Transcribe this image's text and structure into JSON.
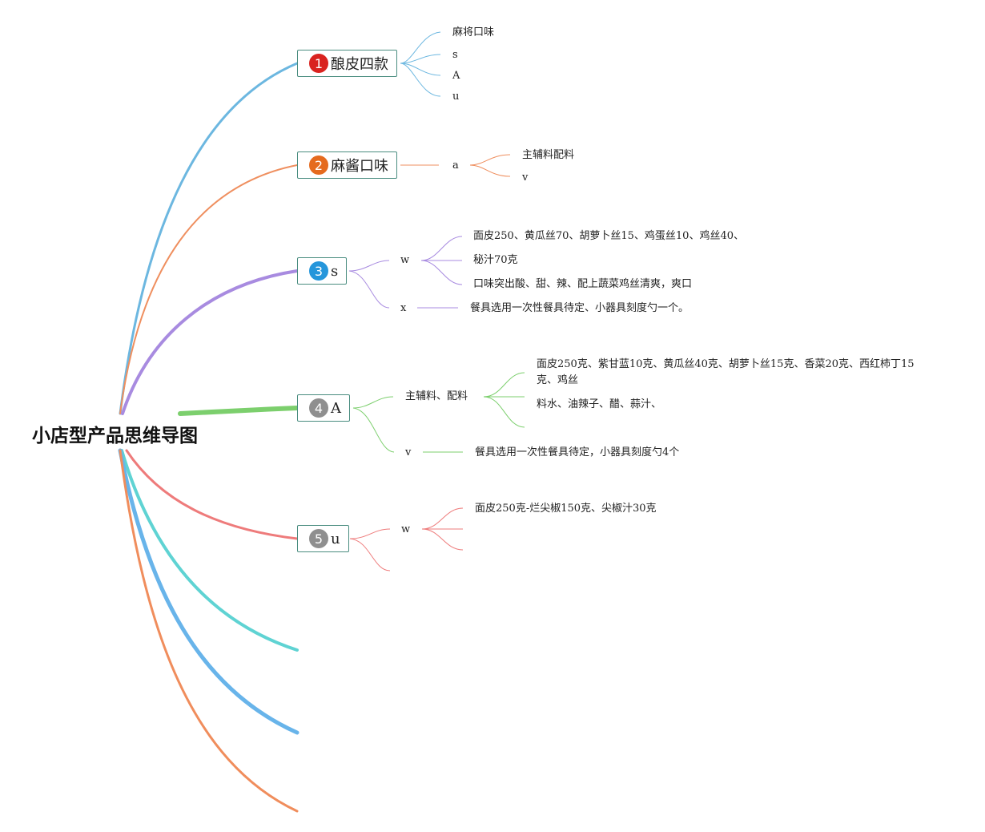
{
  "title": "小店型产品思维导图",
  "colors": {
    "blue": "#6cb7e0",
    "orange": "#ef8f5f",
    "purple": "#a88be0",
    "green": "#7ccf6d",
    "red": "#ee7b7b",
    "teal": "#5fd3d3",
    "blue2": "#68b4ea",
    "orange2": "#f08d5c",
    "box_border": "#4a8d80"
  },
  "topics": [
    {
      "num": "1",
      "num_color": "#d9231f",
      "label": "酿皮四款",
      "children": [
        "麻将口味",
        "s",
        "A",
        "u"
      ]
    },
    {
      "num": "2",
      "num_color": "#e56b1f",
      "label": "麻酱口味",
      "sub": "a",
      "sub_children": [
        "主辅料配料",
        "v"
      ]
    },
    {
      "num": "3",
      "num_color": "#2596db",
      "label": "s",
      "w": "w",
      "w_children": [
        "面皮250、黄瓜丝70、胡萝卜丝15、鸡蛋丝10、鸡丝40、",
        "秘汁70克",
        "口味突出酸、甜、辣、配上蔬菜鸡丝清爽，爽口"
      ],
      "x": "x",
      "x_child": "餐具选用一次性餐具待定、小器具刻度勺一个。"
    },
    {
      "num": "4",
      "num_color": "#8f8f8f",
      "label": "A",
      "main": "主辅料、配料",
      "main_children": [
        "面皮250克、紫甘蓝10克、黄瓜丝40克、胡萝卜丝15克、香菜20克、西红柿丁15克、鸡丝",
        "料水、油辣子、醋、蒜汁、"
      ],
      "v": "v",
      "v_child": "餐具选用一次性餐具待定，小器具刻度勺4个"
    },
    {
      "num": "5",
      "num_color": "#8f8f8f",
      "label": "u",
      "w": "w",
      "w_children": [
        "面皮250克-烂尖椒150克、尖椒汁30克"
      ]
    }
  ]
}
